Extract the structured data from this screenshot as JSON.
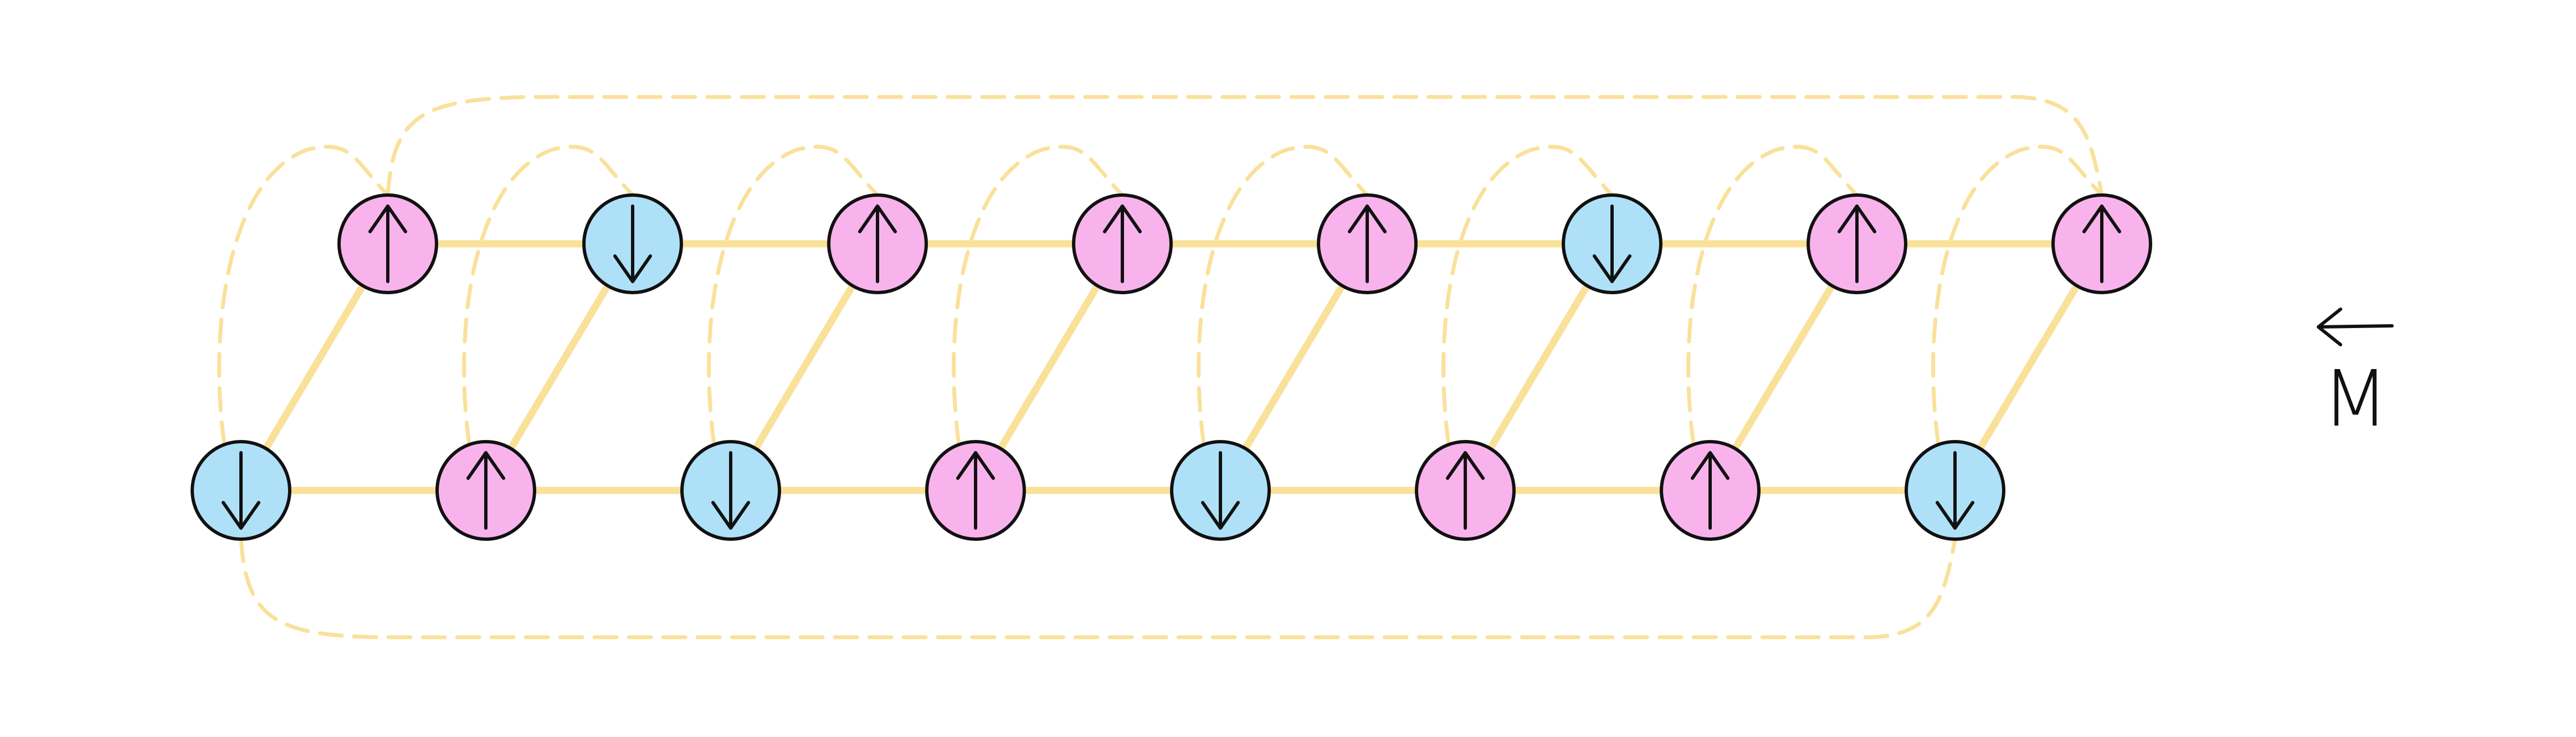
{
  "diagram": {
    "label": "M",
    "colors": {
      "spin_up": "#f8b3ec",
      "spin_down": "#aee1f7",
      "bond": "#fae19a",
      "outline": "#111111"
    },
    "top_row": [
      "up",
      "down",
      "up",
      "up",
      "up",
      "down",
      "up",
      "up"
    ],
    "bottom_row": [
      "down",
      "up",
      "down",
      "up",
      "down",
      "up",
      "up",
      "down"
    ],
    "magnetization_arrow_icon": "left-arrow-icon"
  }
}
